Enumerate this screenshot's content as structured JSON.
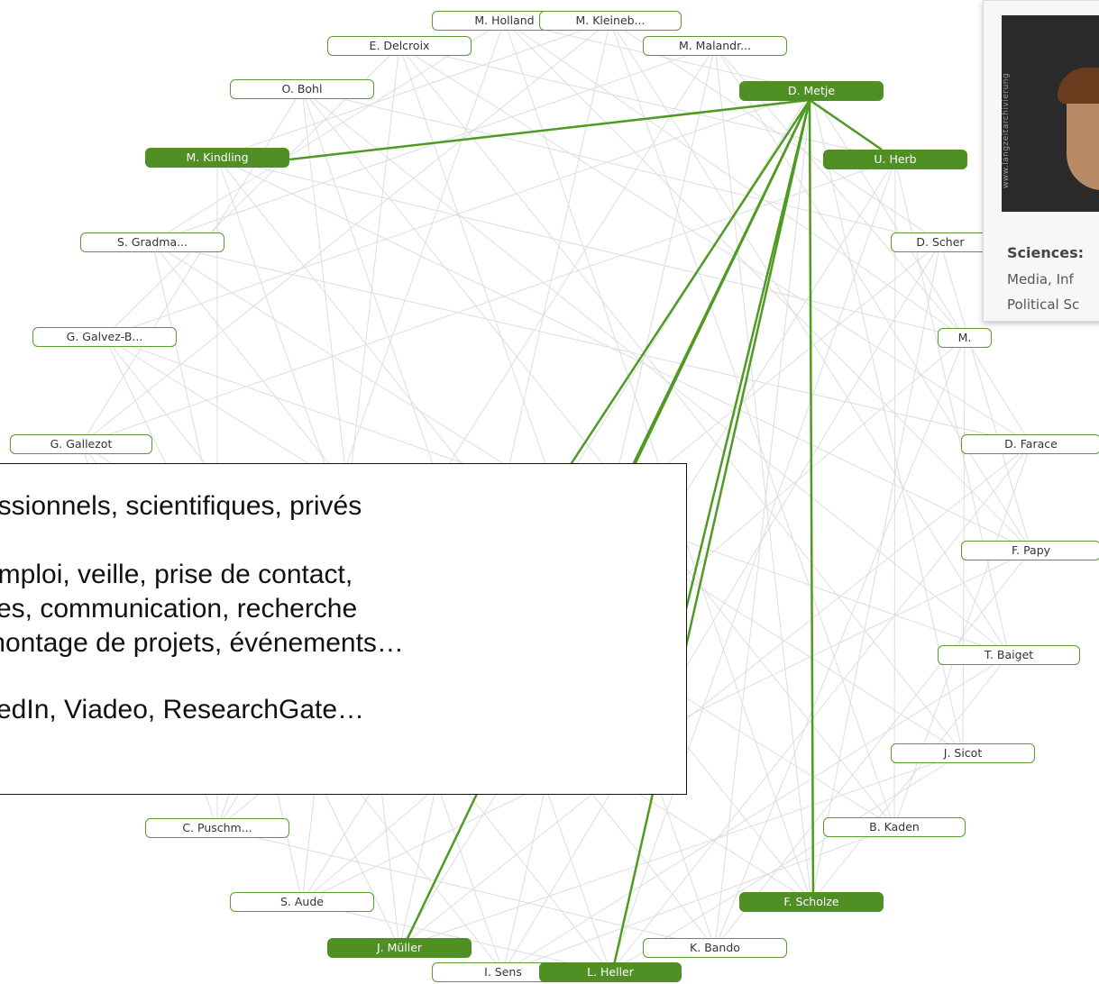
{
  "nodes": [
    {
      "id": "m-holland",
      "label": "M. Holland",
      "active": false
    },
    {
      "id": "m-kleineb",
      "label": "M. Kleineb...",
      "active": false
    },
    {
      "id": "e-delcroix",
      "label": "E. Delcroix",
      "active": false
    },
    {
      "id": "m-malandr",
      "label": "M. Malandr...",
      "active": false
    },
    {
      "id": "o-bohl",
      "label": "O. Bohl",
      "active": false
    },
    {
      "id": "d-metje",
      "label": "D. Metje",
      "active": true
    },
    {
      "id": "m-kindling",
      "label": "M. Kindling",
      "active": true
    },
    {
      "id": "u-herb",
      "label": "U. Herb",
      "active": true
    },
    {
      "id": "s-gradma",
      "label": "S. Gradma...",
      "active": false
    },
    {
      "id": "d-scher",
      "label": "D. Scher",
      "active": false
    },
    {
      "id": "g-galvez",
      "label": "G. Galvez-B...",
      "active": false
    },
    {
      "id": "m-right",
      "label": "M.",
      "active": false
    },
    {
      "id": "g-gallezot",
      "label": "G. Gallezot",
      "active": false
    },
    {
      "id": "d-farace",
      "label": "D. Farace",
      "active": false
    },
    {
      "id": "f-papy",
      "label": "F. Papy",
      "active": false
    },
    {
      "id": "t-baiget",
      "label": "T. Baiget",
      "active": false
    },
    {
      "id": "j-sicot",
      "label": "J. Sicot",
      "active": false
    },
    {
      "id": "c-puschm",
      "label": "C. Puschm...",
      "active": false
    },
    {
      "id": "b-kaden",
      "label": "B. Kaden",
      "active": false
    },
    {
      "id": "s-aude",
      "label": "S. Aude",
      "active": false
    },
    {
      "id": "f-scholze",
      "label": "F. Scholze",
      "active": true
    },
    {
      "id": "j-muller",
      "label": "J. Müller",
      "active": true
    },
    {
      "id": "k-bando",
      "label": "K. Bando",
      "active": false
    },
    {
      "id": "i-sens",
      "label": "I. Sens",
      "active": false
    },
    {
      "id": "l-heller",
      "label": "L. Heller",
      "active": true
    }
  ],
  "profile": {
    "watermark": "www.langzeitarchivierung",
    "sciences_label": "Sciences:",
    "sciences_line1": "Media, Inf",
    "sciences_line2": "Political Sc"
  },
  "overlay": {
    "line1": "essionnels, scientifiques, privés",
    "line2": "emploi, veille, prise de contact,",
    "line3": "ses, communication, recherche",
    "line4": "montage de projets, événements…",
    "line5": "kedIn, Viadeo, ResearchGate…"
  },
  "colors": {
    "active": "#4f8f24",
    "edge_active": "#4f9a22",
    "edge_inactive": "#dddddd"
  }
}
